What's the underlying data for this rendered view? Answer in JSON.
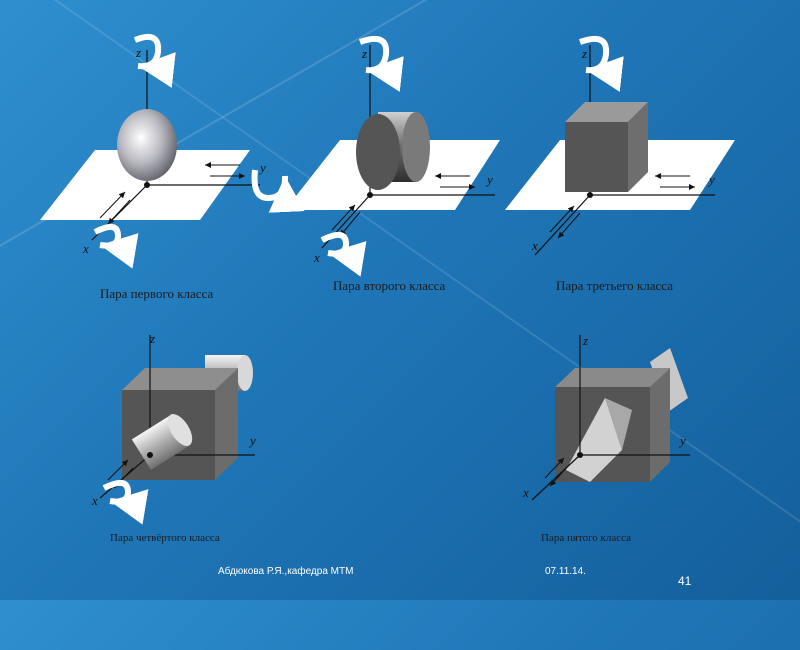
{
  "captions": {
    "pair1": "Пара первого класса",
    "pair2": "Пара второго класса",
    "pair3": "Пара третьего класса",
    "pair4": "Пара четвёртого класса",
    "pair5": "Пара пятого класса"
  },
  "axes": {
    "x": "x",
    "y": "y",
    "z": "z"
  },
  "footer": {
    "author": "Абдюкова Р.Я.,кафедра МТМ",
    "date": "07.11.14.",
    "page": "41"
  }
}
